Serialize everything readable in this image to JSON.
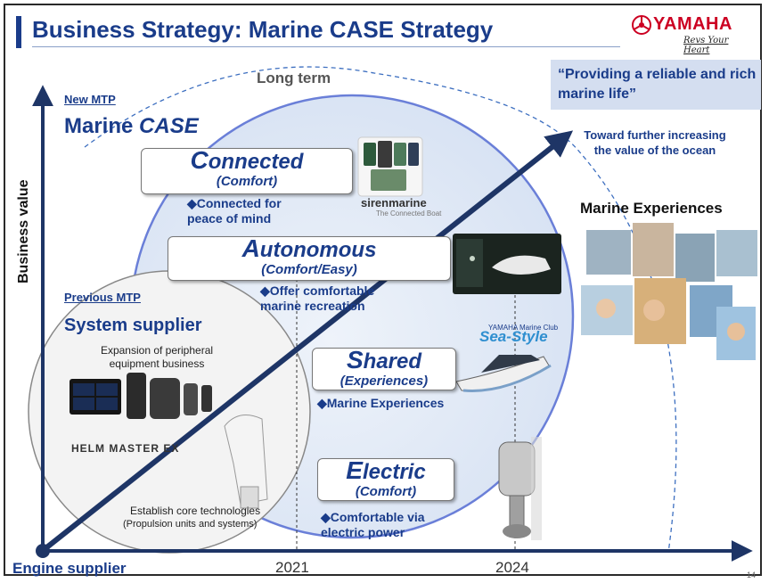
{
  "header": {
    "title": "Business Strategy: Marine CASE Strategy",
    "logo_text": "YAMAHA",
    "logo_tagline": "Revs Your Heart"
  },
  "axes": {
    "y_label": "Business value",
    "origin_label": "Engine supplier",
    "x_ticks": [
      "2021",
      "2024"
    ]
  },
  "long_term_label": "Long term",
  "quote": "“Providing a reliable and rich marine life”",
  "toward_text": "Toward further increasing the value of the ocean",
  "marine_experiences_label": "Marine Experiences",
  "new_mtp": {
    "label": "New MTP",
    "heading_prefix": "Marine ",
    "heading_italic": "CASE"
  },
  "previous_mtp": {
    "label": "Previous MTP",
    "heading": "System supplier",
    "text1": "Expansion of peripheral equipment business",
    "brand": "HELM MASTER EX",
    "text2": "Establish core technologies",
    "text3": "(Propulsion units and systems)"
  },
  "cards": [
    {
      "id": "connected",
      "initial": "C",
      "rest": "onnected",
      "sub": "(Comfort)",
      "bullet": "◆Connected for peace of mind"
    },
    {
      "id": "autonomous",
      "initial": "A",
      "rest": "utonomous",
      "sub": "(Comfort/Easy)",
      "bullet": "◆Offer comfortable marine recreation"
    },
    {
      "id": "shared",
      "initial": "S",
      "rest": "hared",
      "sub": "(Experiences)",
      "bullet": "◆Marine Experiences"
    },
    {
      "id": "electric",
      "initial": "E",
      "rest": "lectric",
      "sub": "(Comfort)",
      "bullet": "◆Comfortable via electric power"
    }
  ],
  "siren_logo": "sirenmarine",
  "siren_tag": "The Connected Boat",
  "seastyle_club": "YAMAHA Marine Club",
  "seastyle_logo": "Sea-Style",
  "page_number": "14",
  "colors": {
    "brand_blue": "#1a3c8a",
    "circle_fill": "#dfe8f5",
    "circle_stroke": "#6a7fd8",
    "arrow": "#1e3566",
    "yamaha_red": "#cc0022",
    "quote_bg": "#d4def0"
  }
}
